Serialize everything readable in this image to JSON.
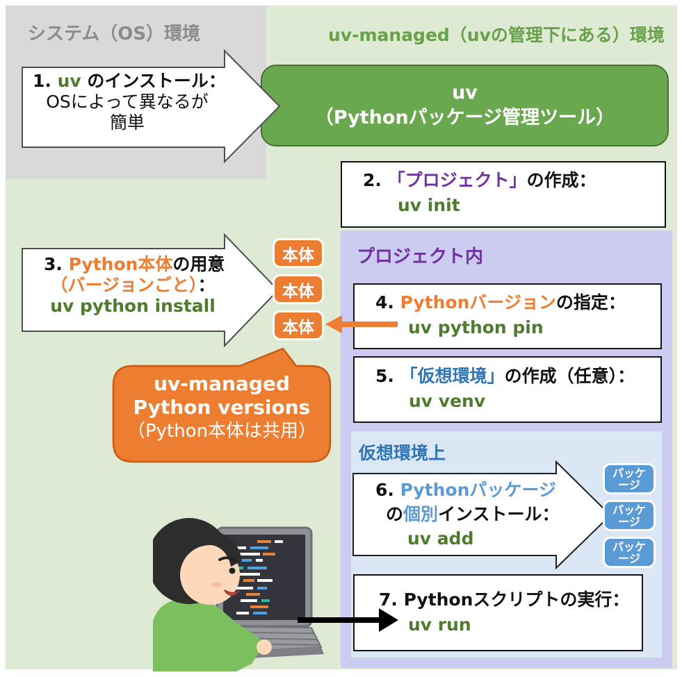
{
  "headers": {
    "system_env": "システム（OS）環境",
    "uv_env": "uv-managed（uvの管理下にある）環境",
    "project_label": "プロジェクト内",
    "venv_label": "仮想環境上"
  },
  "uv_tool_box": {
    "name": "uv",
    "subtitle": "（Pythonパッケージ管理ツール）"
  },
  "steps": {
    "s1": {
      "num": "1. ",
      "kw": "uv",
      "rest": " のインストール：",
      "desc1": "OSによって異なるが",
      "desc2": "簡単"
    },
    "s2": {
      "num": "2. ",
      "kw": "「プロジェクト」",
      "rest": "の作成：",
      "cmd": "uv init"
    },
    "s3": {
      "num": "3. ",
      "kw": "Python本体",
      "rest": "の用意",
      "sub_kw": "（バージョンごと）",
      "sub_rest": "：",
      "cmd": "uv python install"
    },
    "s4": {
      "num": "4. ",
      "kw": "Pythonバージョン",
      "rest": "の指定：",
      "cmd": "uv python pin"
    },
    "s5": {
      "num": "5. ",
      "kw": "「仮想環境」",
      "rest": "の作成（任意）：",
      "cmd": "uv venv"
    },
    "s6": {
      "num": "6. ",
      "kw": "Pythonパッケージ",
      "l2_pre": "の",
      "l2_kw": "個別",
      "l2_rest": "インストール：",
      "cmd": "uv add"
    },
    "s7": {
      "num": "7. ",
      "title": "Pythonスクリプトの実行：",
      "cmd": "uv run"
    }
  },
  "runtime_chip_label": "本体",
  "package_chip": {
    "l1": "パッケ",
    "l2": "ージ"
  },
  "bubble": {
    "l1": "uv-managed",
    "l2": "Python versions",
    "l3": "（Python本体は共用）"
  },
  "colors": {
    "page_bg_green": "#dfead5",
    "gray_region": "#d9d9d9",
    "gray_text": "#8c8c8c",
    "uv_box_green": "#6aa84f",
    "command_green": "#4f7b2f",
    "accent_orange": "#ed7d31",
    "accent_purple": "#7030a0",
    "lavender_bg": "#ccccf2",
    "blue_bg": "#dbe7f5",
    "deep_blue": "#2e75b6",
    "accent_blue": "#5b9bd5"
  }
}
